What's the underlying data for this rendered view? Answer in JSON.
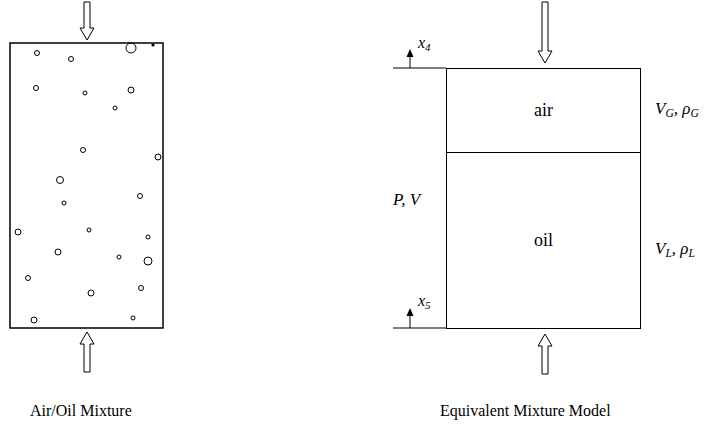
{
  "diagram": {
    "nodes": [
      {
        "text": [
          "air"
        ]
      },
      {
        "text": [
          "oil"
        ]
      }
    ],
    "labels": [
      "P, V",
      "x4",
      "x5",
      "VG, ρG",
      "VL, ρL",
      "Air/Oil Mixture",
      "Equivalent Mixture Model"
    ]
  }
}
